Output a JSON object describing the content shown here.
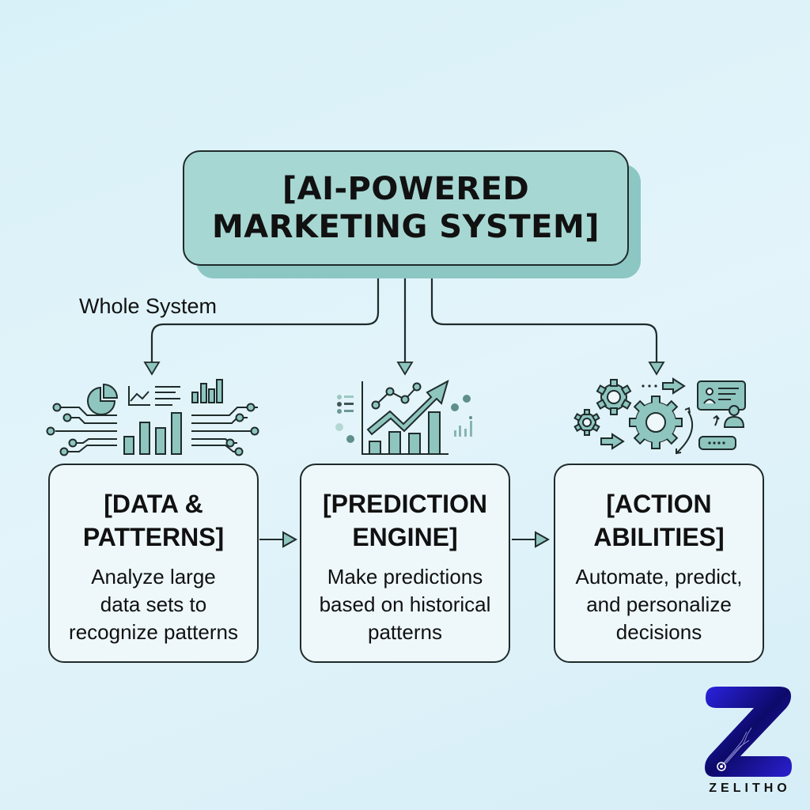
{
  "diagram": {
    "title": "[AI-POWERED\nMARKETING SYSTEM]",
    "side_label": "Whole System",
    "colors": {
      "background": "#dcf2f9",
      "header_fill": "#a7d7d3",
      "header_shadow": "#8cc7c4",
      "icon_fill": "#8ec5bf",
      "outline": "#1f2b2b",
      "card_fill": "#eef8fb",
      "logo_blue": "#2a1fd0"
    },
    "cards": [
      {
        "title": "[DATA &\nPATTERNS]",
        "description": "Analyze large\ndata sets to\nrecognize patterns",
        "icon": "data-analytics-icon"
      },
      {
        "title": "[PREDICTION\nENGINE]",
        "description": "Make predictions\nbased on historical\npatterns",
        "icon": "trend-chart-icon"
      },
      {
        "title": "[ACTION\nABILITIES]",
        "description": "Automate, predict,\nand personalize\ndecisions",
        "icon": "automation-gears-icon"
      }
    ],
    "flow": [
      "DATA & PATTERNS",
      "PREDICTION ENGINE",
      "ACTION ABILITIES"
    ]
  },
  "brand": {
    "logo_letter": "Z",
    "name": "ZELITHO"
  }
}
